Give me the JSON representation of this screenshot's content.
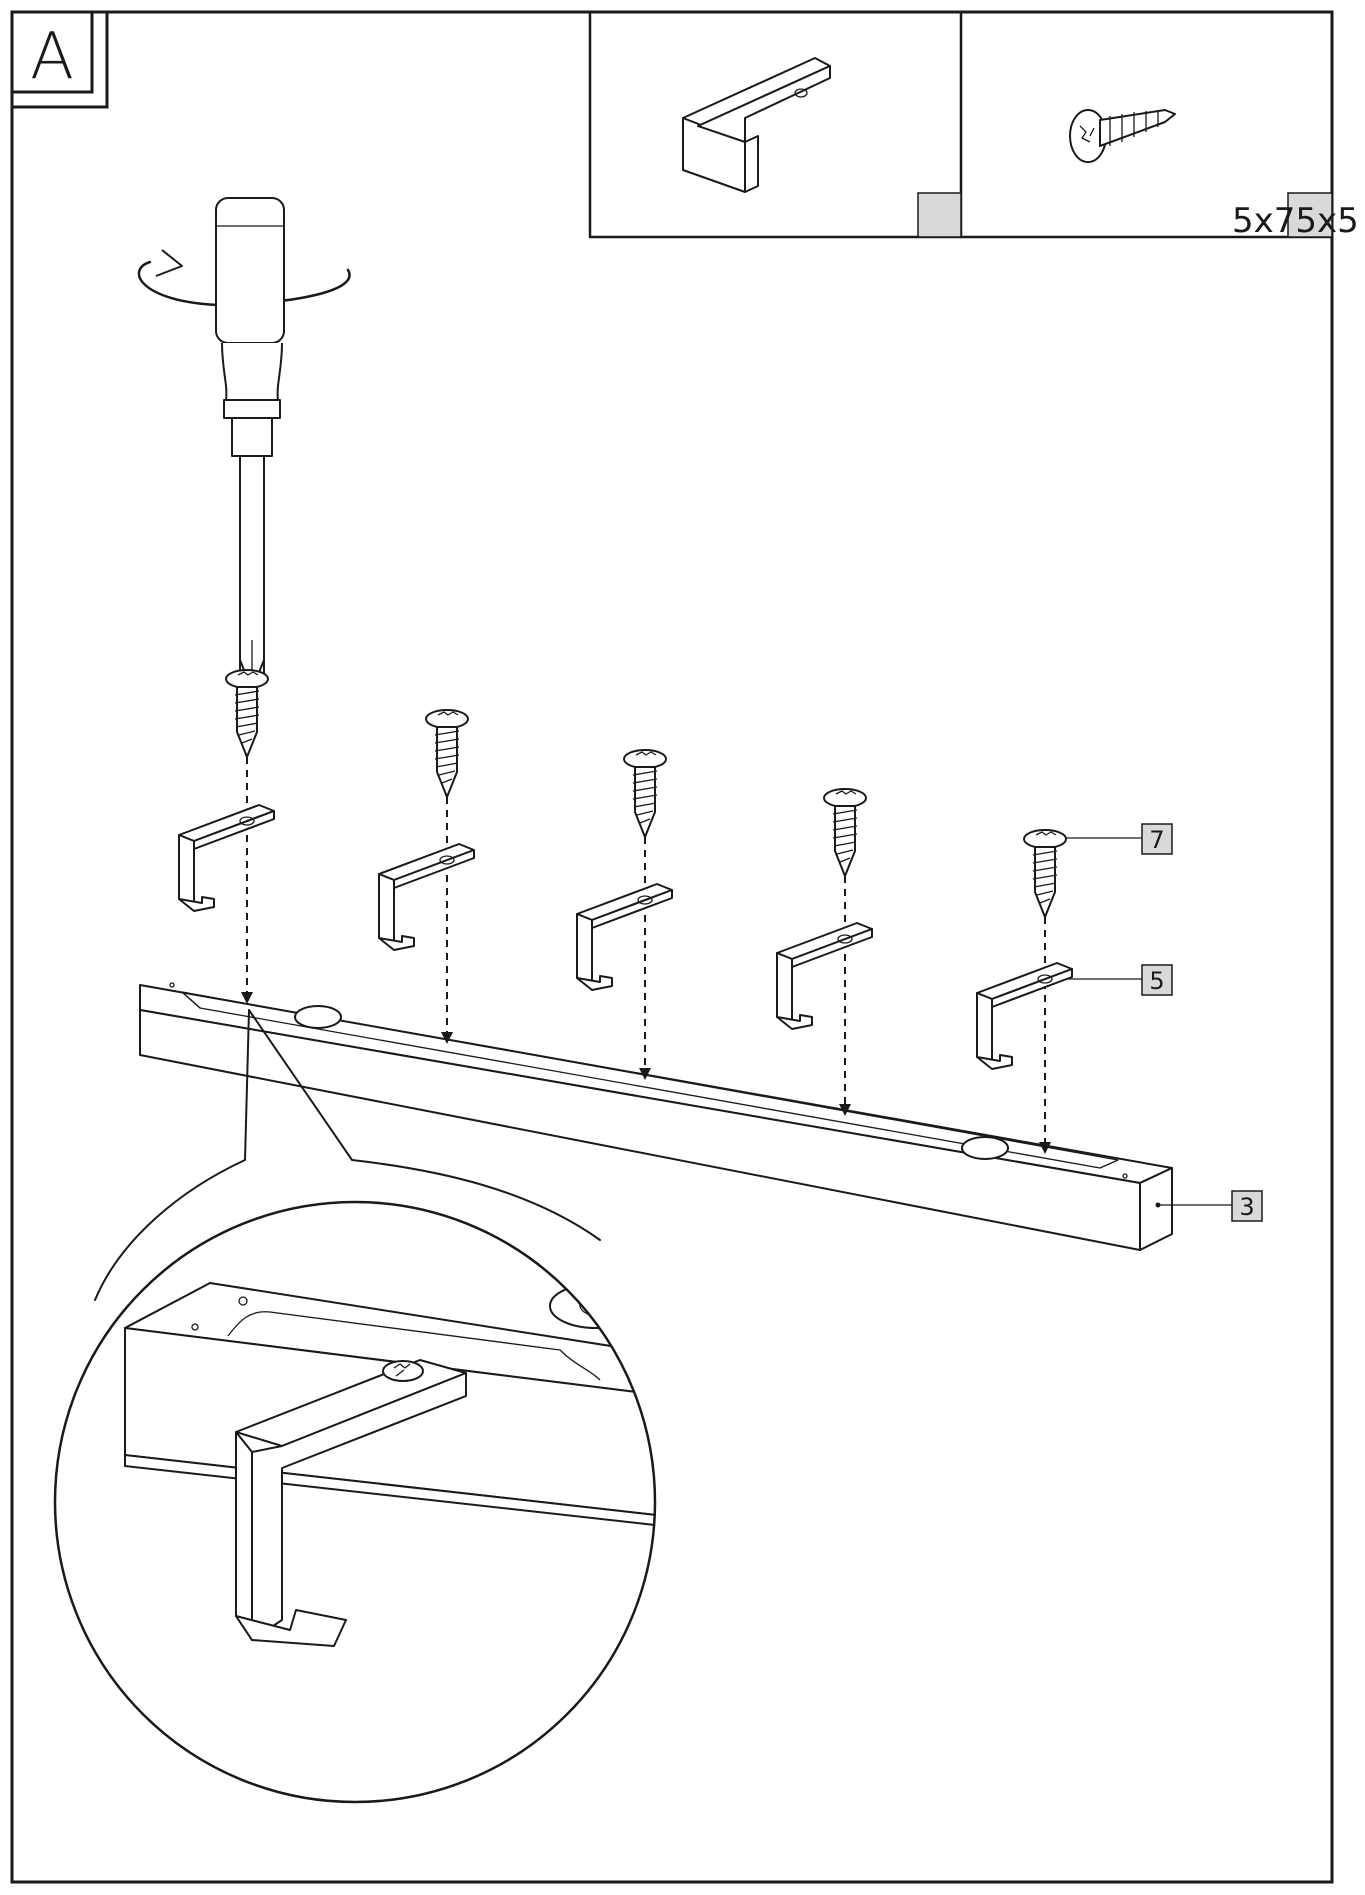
{
  "step": {
    "letter": "A"
  },
  "parts_box": {
    "bracket": {
      "icon": "hook-bracket-icon"
    },
    "screw": {
      "icon": "wood-screw-icon",
      "quantity_label": "5x75x5"
    }
  },
  "callouts": {
    "screw_part": "7",
    "bracket_part": "5",
    "rail_part": "3"
  },
  "colors": {
    "ink": "#1a1a1a",
    "tag_fill": "#d9d9d9"
  }
}
